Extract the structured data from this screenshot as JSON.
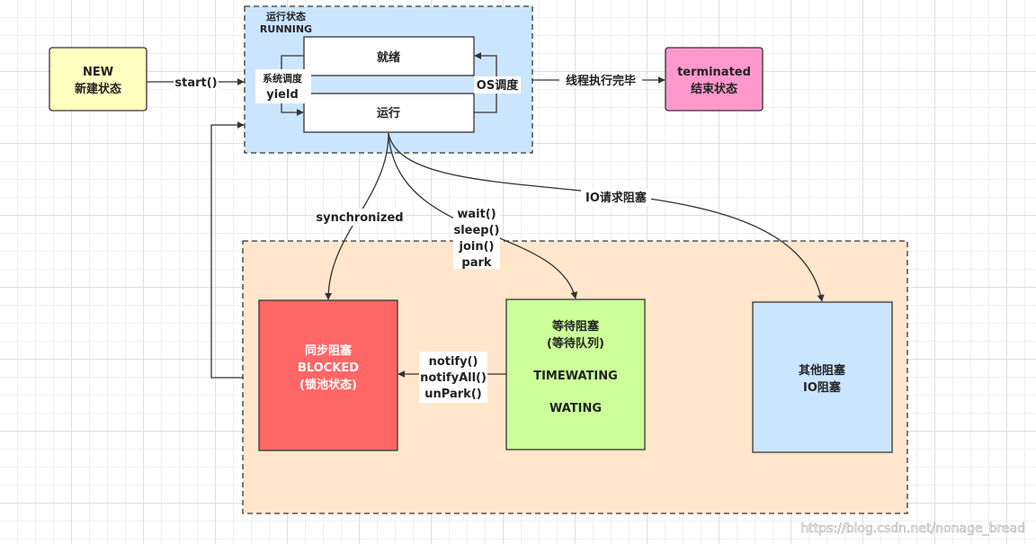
{
  "nodes": {
    "new": {
      "line1": "NEW",
      "line2": "新建状态",
      "fill": "#ffffc0"
    },
    "running_group": {
      "line1": "运行状态",
      "line2": "RUNNING",
      "fill": "#cce5ff"
    },
    "ready": {
      "label": "就绪"
    },
    "run": {
      "label": "运行"
    },
    "terminated": {
      "line1": "terminated",
      "line2": "结束状态",
      "fill": "#ff99cc"
    },
    "blocked_group": {
      "fill": "#ffe6cc"
    },
    "blocked": {
      "line1": "同步阻塞",
      "line2": "BLOCKED",
      "line3": "(锁池状态)",
      "fill": "#ff6666"
    },
    "waiting": {
      "line1": "等待阻塞",
      "line2": "(等待队列)",
      "line3": "TIMEWATING",
      "line4": "WATING",
      "fill": "#ccff99"
    },
    "other": {
      "line1": "其他阻塞",
      "line2": "IO阻塞",
      "fill": "#cce5ff"
    }
  },
  "edges": {
    "start": "start()",
    "sys_schedule_1": "系统调度",
    "sys_schedule_2": "yield",
    "os_schedule": "OS调度",
    "finish": "线程执行完毕",
    "synchronized": "synchronized",
    "wait": [
      "wait()",
      "sleep()",
      "join()",
      "park"
    ],
    "io": "IO请求阻塞",
    "notify": [
      "notify()",
      "notifyAll()",
      "unPark()"
    ]
  },
  "watermark": "https://blog.csdn.net/nonage_bread"
}
